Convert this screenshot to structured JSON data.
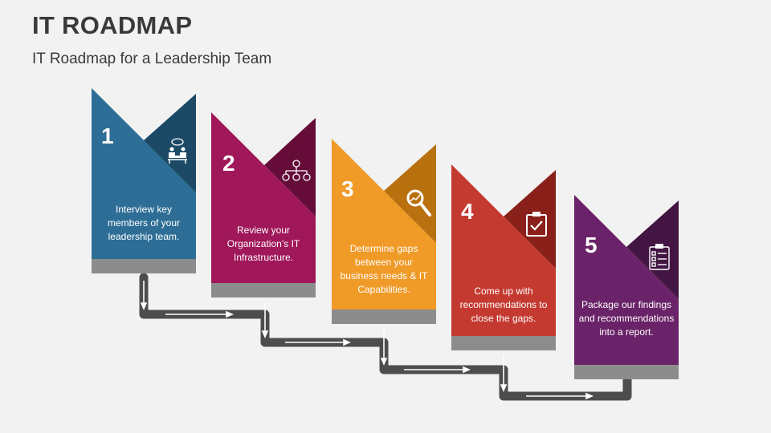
{
  "header": {
    "title": "IT ROADMAP",
    "subtitle": "IT Roadmap for a Leadership Team"
  },
  "steps": [
    {
      "number": "1",
      "text": "Interview key members of your leadership team.",
      "icon": "meeting-icon",
      "color": "#2e6e96",
      "dark": "#1c4a66"
    },
    {
      "number": "2",
      "text": "Review your Organization’s IT Infrastructure.",
      "icon": "hierarchy-icon",
      "color": "#a0185a",
      "dark": "#650d38"
    },
    {
      "number": "3",
      "text": "Determine gaps between your business needs & IT Capabilities.",
      "icon": "magnifier-icon",
      "color": "#f09a27",
      "dark": "#b9700f"
    },
    {
      "number": "4",
      "text": "Come up with recommendations to close the gaps.",
      "icon": "clipboard-check-icon",
      "color": "#c43a31",
      "dark": "#8a201a"
    },
    {
      "number": "5",
      "text": "Package our findings and recommendations into a report.",
      "icon": "checklist-icon",
      "color": "#6a2368",
      "dark": "#431542"
    }
  ],
  "colors": {
    "background": "#f2f2f2",
    "card_base": "#8c8c8c",
    "connector": "#4d4d4d",
    "arrow": "#ffffff"
  }
}
